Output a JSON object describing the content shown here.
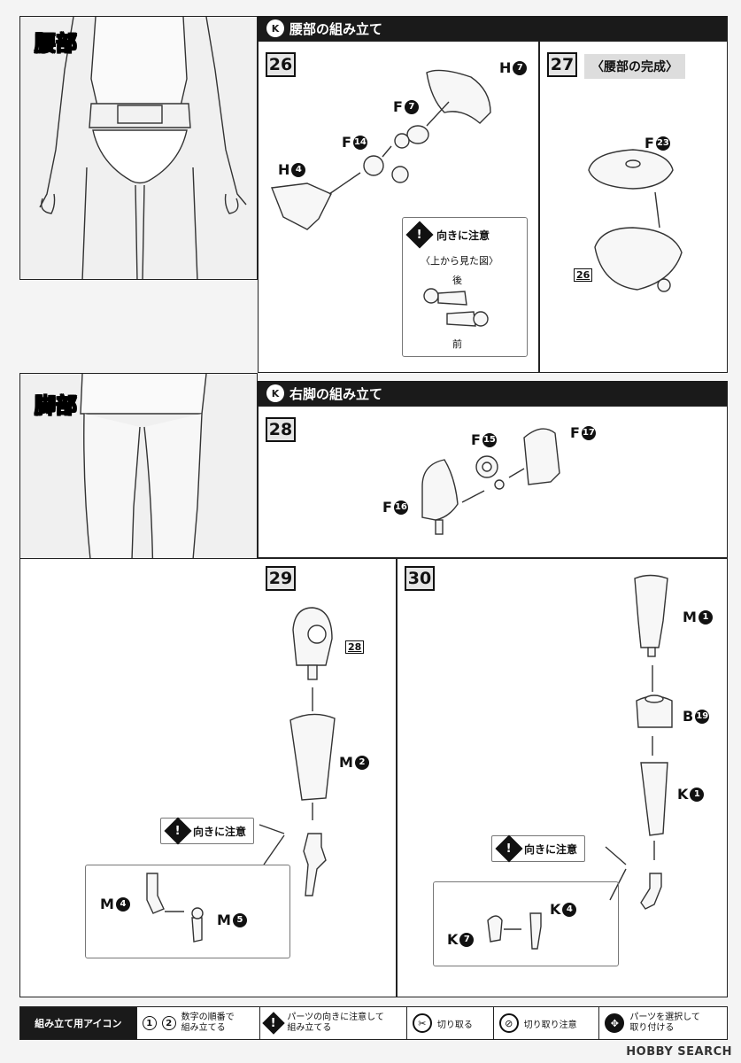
{
  "waist": {
    "section_label": "腰部",
    "header": "腰部の組み立て",
    "step26": {
      "number": "26",
      "parts": {
        "h7": "H",
        "h7_num": "7",
        "f7": "F",
        "f7_num": "7",
        "f14": "F",
        "f14_num": "14",
        "h4": "H",
        "h4_num": "4"
      },
      "note": {
        "title": "向きに注意",
        "subtitle": "〈上から見た図〉",
        "back": "後",
        "front": "前"
      }
    },
    "step27": {
      "number": "27",
      "title": "〈腰部の完成〉",
      "parts": {
        "f23": "F",
        "f23_num": "23",
        "ref": "26"
      }
    }
  },
  "legs": {
    "section_label": "脚部",
    "header": "右脚の組み立て",
    "step28": {
      "number": "28",
      "parts": {
        "f15": "F",
        "f15_num": "15",
        "f17": "F",
        "f17_num": "17",
        "f16": "F",
        "f16_num": "16"
      }
    },
    "step29": {
      "number": "29",
      "ref": "28",
      "parts": {
        "m2": "M",
        "m2_num": "2",
        "m4": "M",
        "m4_num": "4",
        "m5": "M",
        "m5_num": "5"
      },
      "warning": "向きに注意"
    },
    "step30": {
      "number": "30",
      "parts": {
        "m1": "M",
        "m1_num": "1",
        "b19": "B",
        "b19_num": "19",
        "k1": "K",
        "k1_num": "1",
        "k4": "K",
        "k4_num": "4",
        "k7": "K",
        "k7_num": "7"
      },
      "warning": "向きに注意"
    }
  },
  "legend": {
    "title": "組み立て用アイコン",
    "circle1": "1",
    "circle2": "2",
    "item_order": "数字の順番で\n組み立てる",
    "item_direction": "パーツの向きに注意して\n組み立てる",
    "item_cut": "切り取る",
    "item_cut_careful": "切り取り注意",
    "item_choose": "パーツを選択して\n取り付ける"
  },
  "watermark": "HOBBY SEARCH"
}
